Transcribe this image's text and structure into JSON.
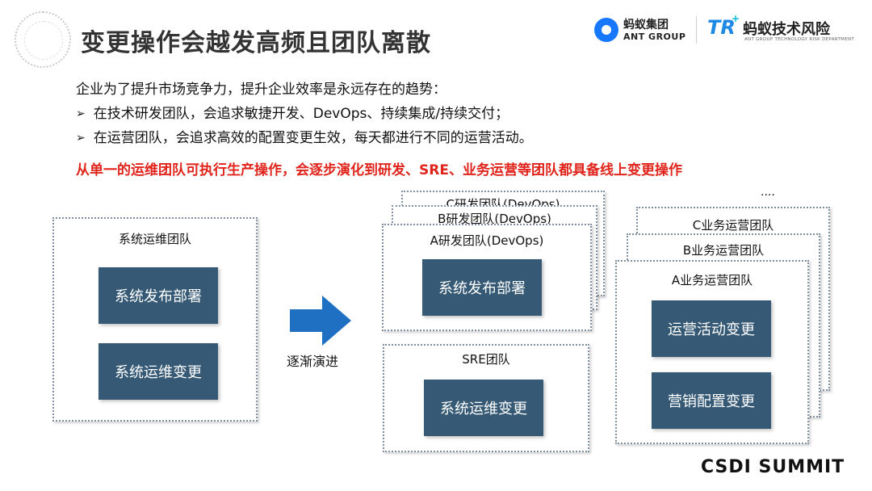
{
  "title": "变更操作会越发高频且团队离散",
  "logos": {
    "ant_cn": "蚂蚁集团",
    "ant_en": "ANT GROUP",
    "tr_mark": "TR",
    "tr_plus": "+",
    "tr_cn": "蚂蚁技术风险",
    "tr_en": "ANT GROUP TECHNOLOGY RISK DEPARTMENT"
  },
  "intro": {
    "line1": "企业为了提升市场竞争力，提升企业效率是永远存在的趋势：",
    "bullets": [
      "在技术研发团队，会追求敏捷开发、DevOps、持续集成/持续交付；",
      "在运营团队，会追求高效的配置变更生效，每天都进行不同的运营活动。"
    ],
    "bullet_glyph": "➢"
  },
  "highlight": "从单一的运维团队可执行生产操作，会逐步演化到研发、SRE、业务运营等团队都具备线上变更操作",
  "left_team": {
    "label": "系统运维团队",
    "tasks": [
      "系统发布部署",
      "系统运维变更"
    ]
  },
  "arrow": {
    "label": "逐渐演进",
    "color": "#1f6fc2"
  },
  "rd_teams": {
    "labels": [
      "C研发团队(DevOps)",
      "B研发团队(DevOps)",
      "A研发团队(DevOps)"
    ],
    "task": "系统发布部署"
  },
  "sre_team": {
    "label": "SRE团队",
    "task": "系统运维变更"
  },
  "biz_teams": {
    "labels": [
      "C业务运营团队",
      "B业务运营团队",
      "A业务运营团队"
    ],
    "tasks": [
      "运营活动变更",
      "营销配置变更"
    ]
  },
  "ellipsis": "....",
  "footer": "CSDI SUMMIT",
  "colors": {
    "box_fill": "#365a75",
    "accent_red": "#e0241b",
    "border": "#7f8fa3"
  }
}
